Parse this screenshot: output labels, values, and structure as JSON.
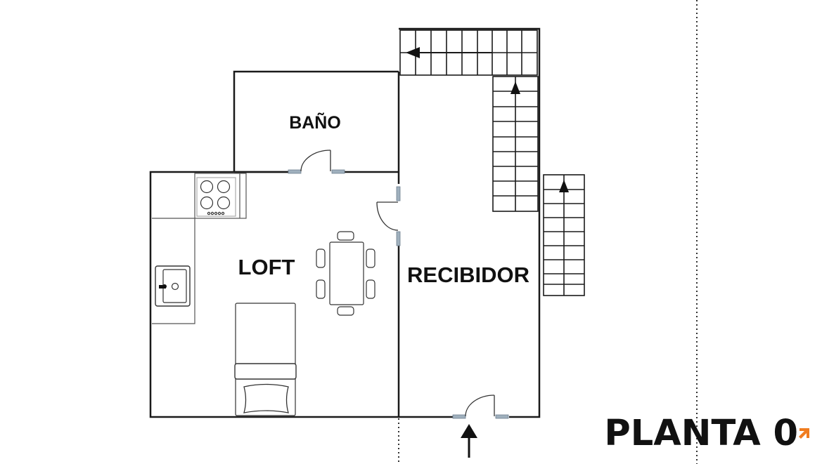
{
  "rooms": {
    "bano": "BAÑO",
    "loft": "LOFT",
    "recibidor": "RECIBIDOR"
  },
  "floor": {
    "title": "PLANTA 0"
  },
  "colors": {
    "wall": "#1a1a1a",
    "door_jamb": "#9fb0bd",
    "accent": "#f07c1f"
  },
  "icons": [
    "stair-arrow-left-icon",
    "stair-arrow-up-icon",
    "entrance-arrow-icon",
    "stove-icon",
    "sink-icon",
    "bed-icon",
    "dining-table-icon",
    "logo-mark-icon"
  ]
}
